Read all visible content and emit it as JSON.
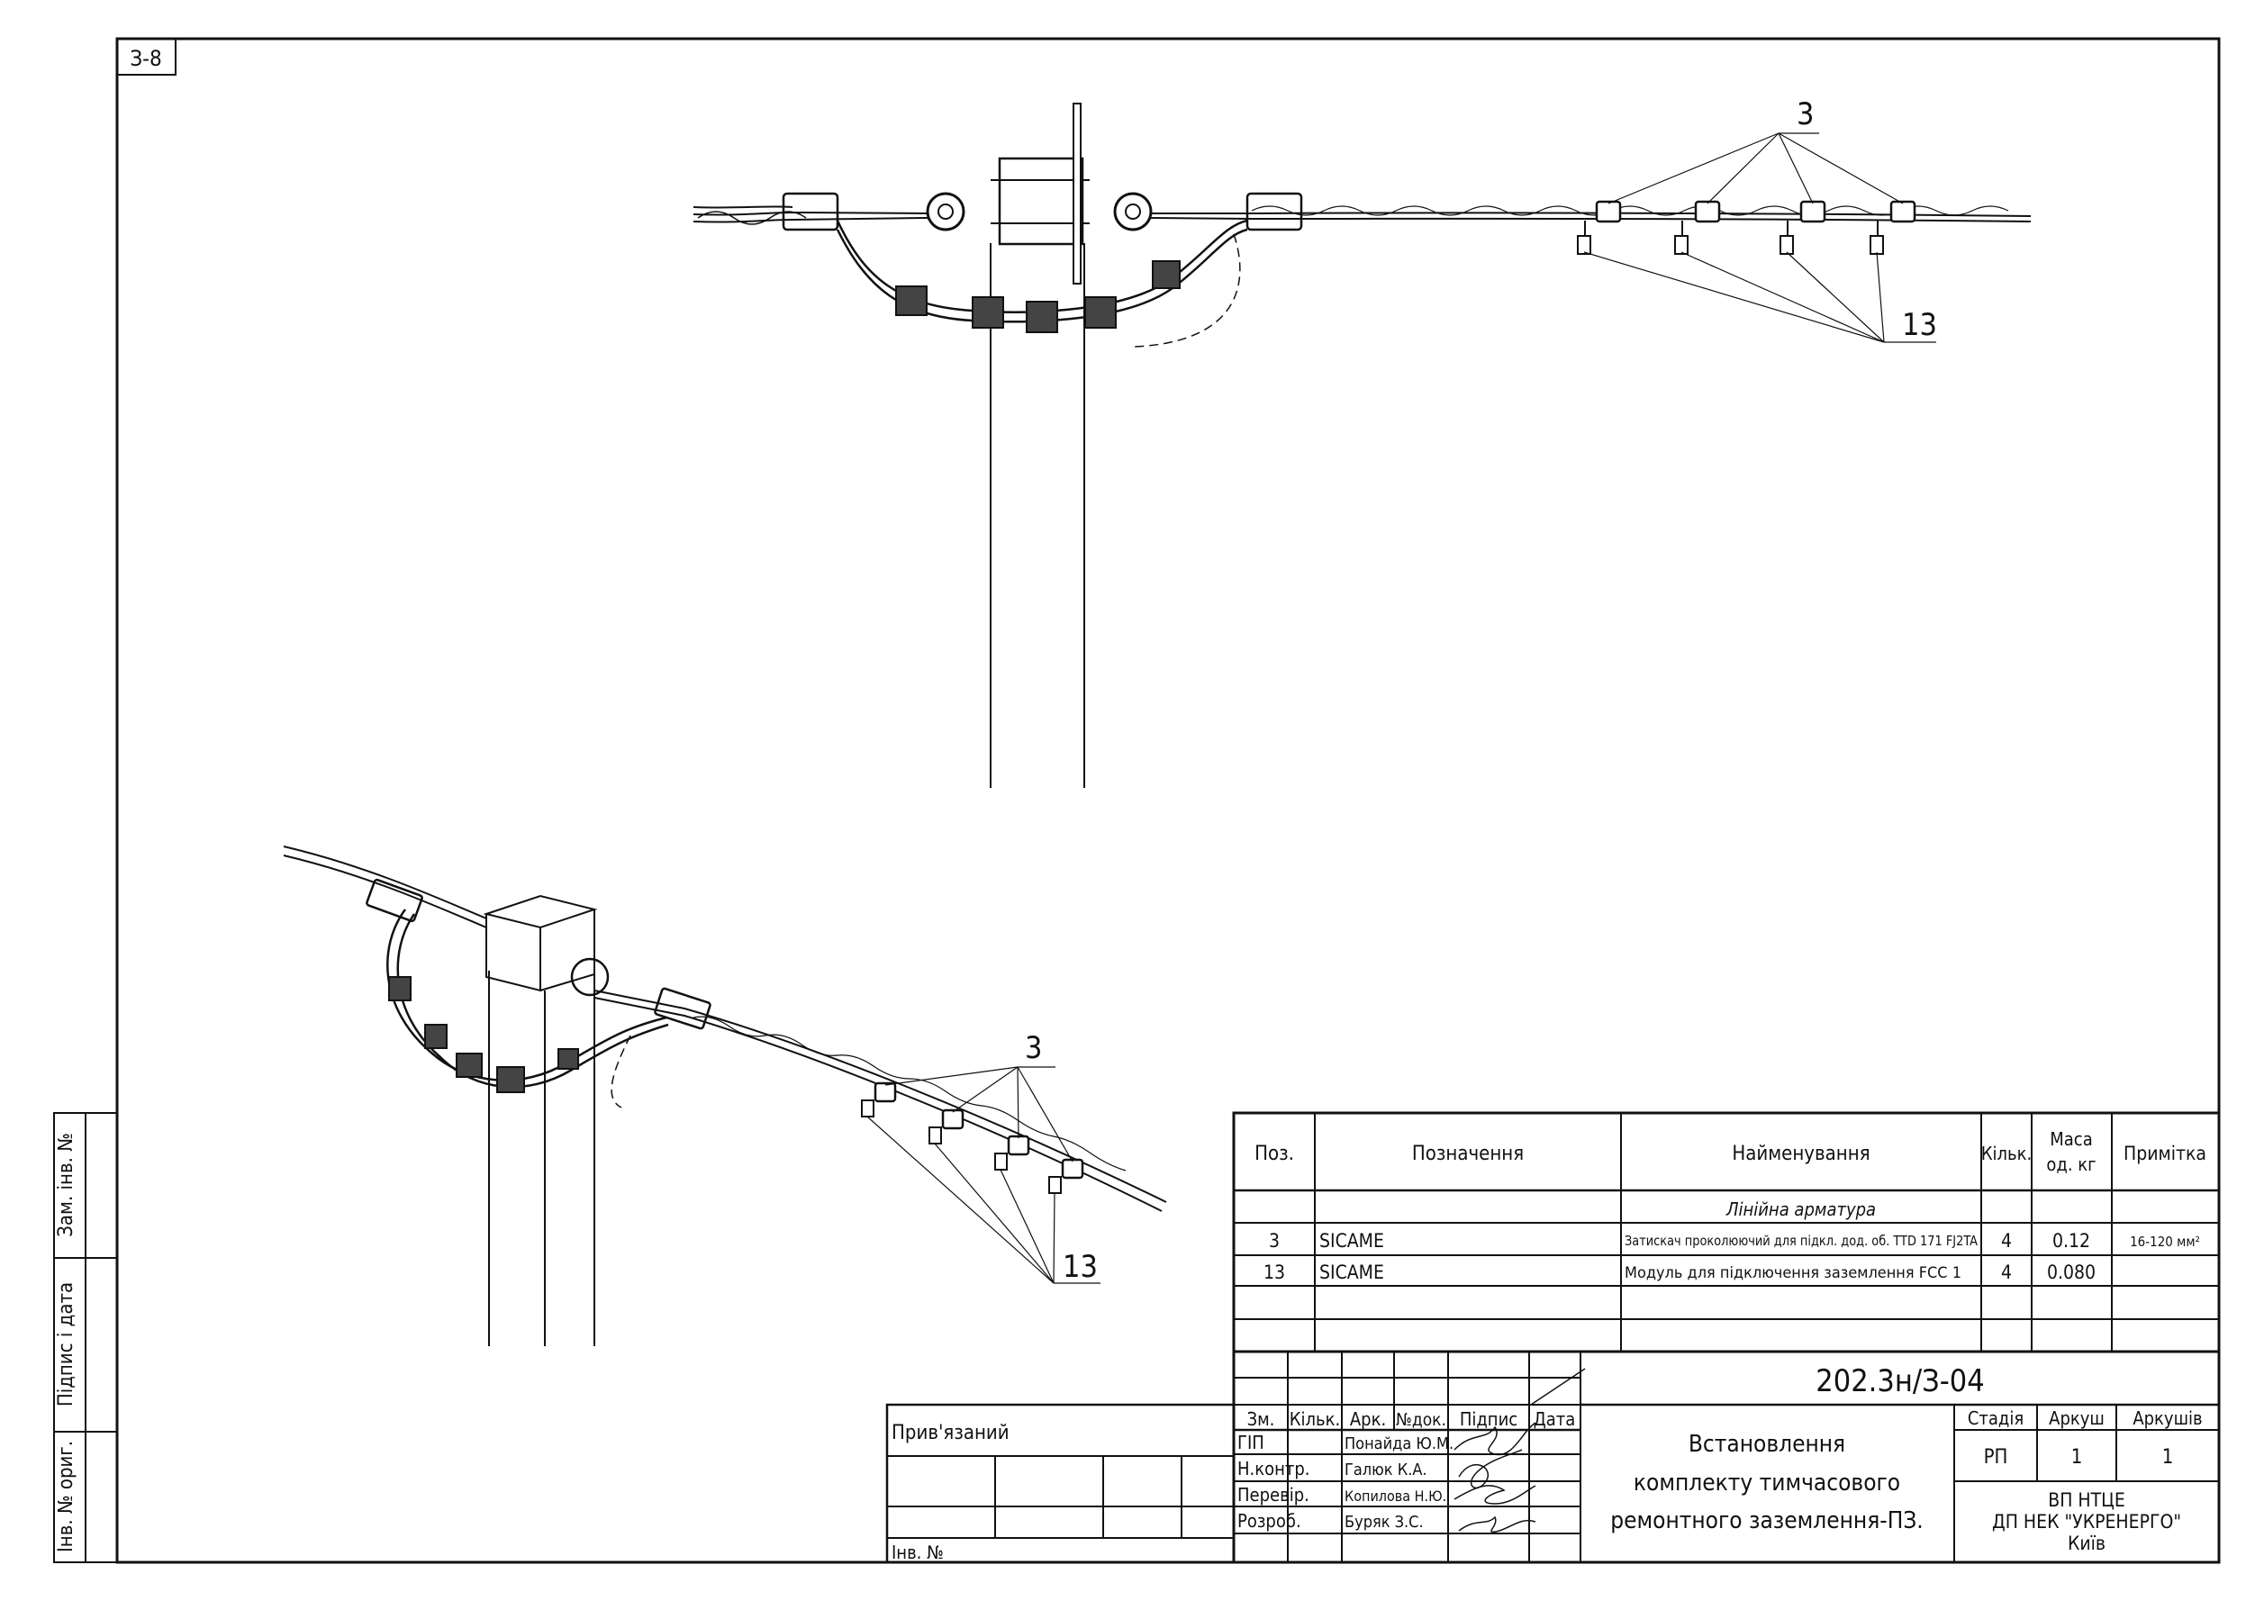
{
  "sheet_code": "З-8",
  "callouts": {
    "top_clamp": "3",
    "top_module": "13",
    "bottom_clamp": "3",
    "bottom_module": "13"
  },
  "spec_table": {
    "headers": {
      "pos": "Поз.",
      "designation": "Позначення",
      "name": "Найменування",
      "qty": "Кільк.",
      "mass_line1": "Маса",
      "mass_line2": "од. кг",
      "note": "Примітка"
    },
    "section_title": "Лінійна арматура",
    "rows": [
      {
        "pos": "3",
        "designation": "SICAME",
        "name": "Затискач проколюючий для підкл. дод. об. TTD 171 FJ2TA",
        "qty": "4",
        "mass": "0.12",
        "note": "16-120 мм²"
      },
      {
        "pos": "13",
        "designation": "SICAME",
        "name": "Модуль для підключення заземлення FCC 1",
        "qty": "4",
        "mass": "0.080",
        "note": ""
      }
    ]
  },
  "title_block": {
    "doc_code": "202.3н/З-04",
    "rev_headers": [
      "Зм.",
      "Кільк.",
      "Арк.",
      "№док.",
      "Підпис",
      "Дата"
    ],
    "people": [
      {
        "role": "ГІП",
        "name": "Понайда Ю.М."
      },
      {
        "role": "Н.контр.",
        "name": "Галюк К.А."
      },
      {
        "role": "Перевір.",
        "name": "Копилова Н.Ю."
      },
      {
        "role": "Розроб.",
        "name": "Буряк З.С."
      }
    ],
    "title_line1": "Встановлення",
    "title_line2": "комплекту тимчасового",
    "title_line3": "ремонтного заземлення-ПЗ.",
    "stage_header": "Стадія",
    "sheet_header": "Аркуш",
    "sheets_header": "Аркушів",
    "stage": "РП",
    "sheet": "1",
    "sheets": "1",
    "org_line1": "ВП НТЦЕ",
    "org_line2": "ДП НЕК \"УКРЕНЕРГО\"",
    "org_line3": "Київ"
  },
  "attach_block": {
    "label": "Прив'язаний",
    "inv_label": "Інв. №"
  },
  "side_stamp": {
    "zam_inv": "Зам. інв. №",
    "sign_date": "Підпис і дата",
    "inv_orig": "Інв. № ориг."
  }
}
